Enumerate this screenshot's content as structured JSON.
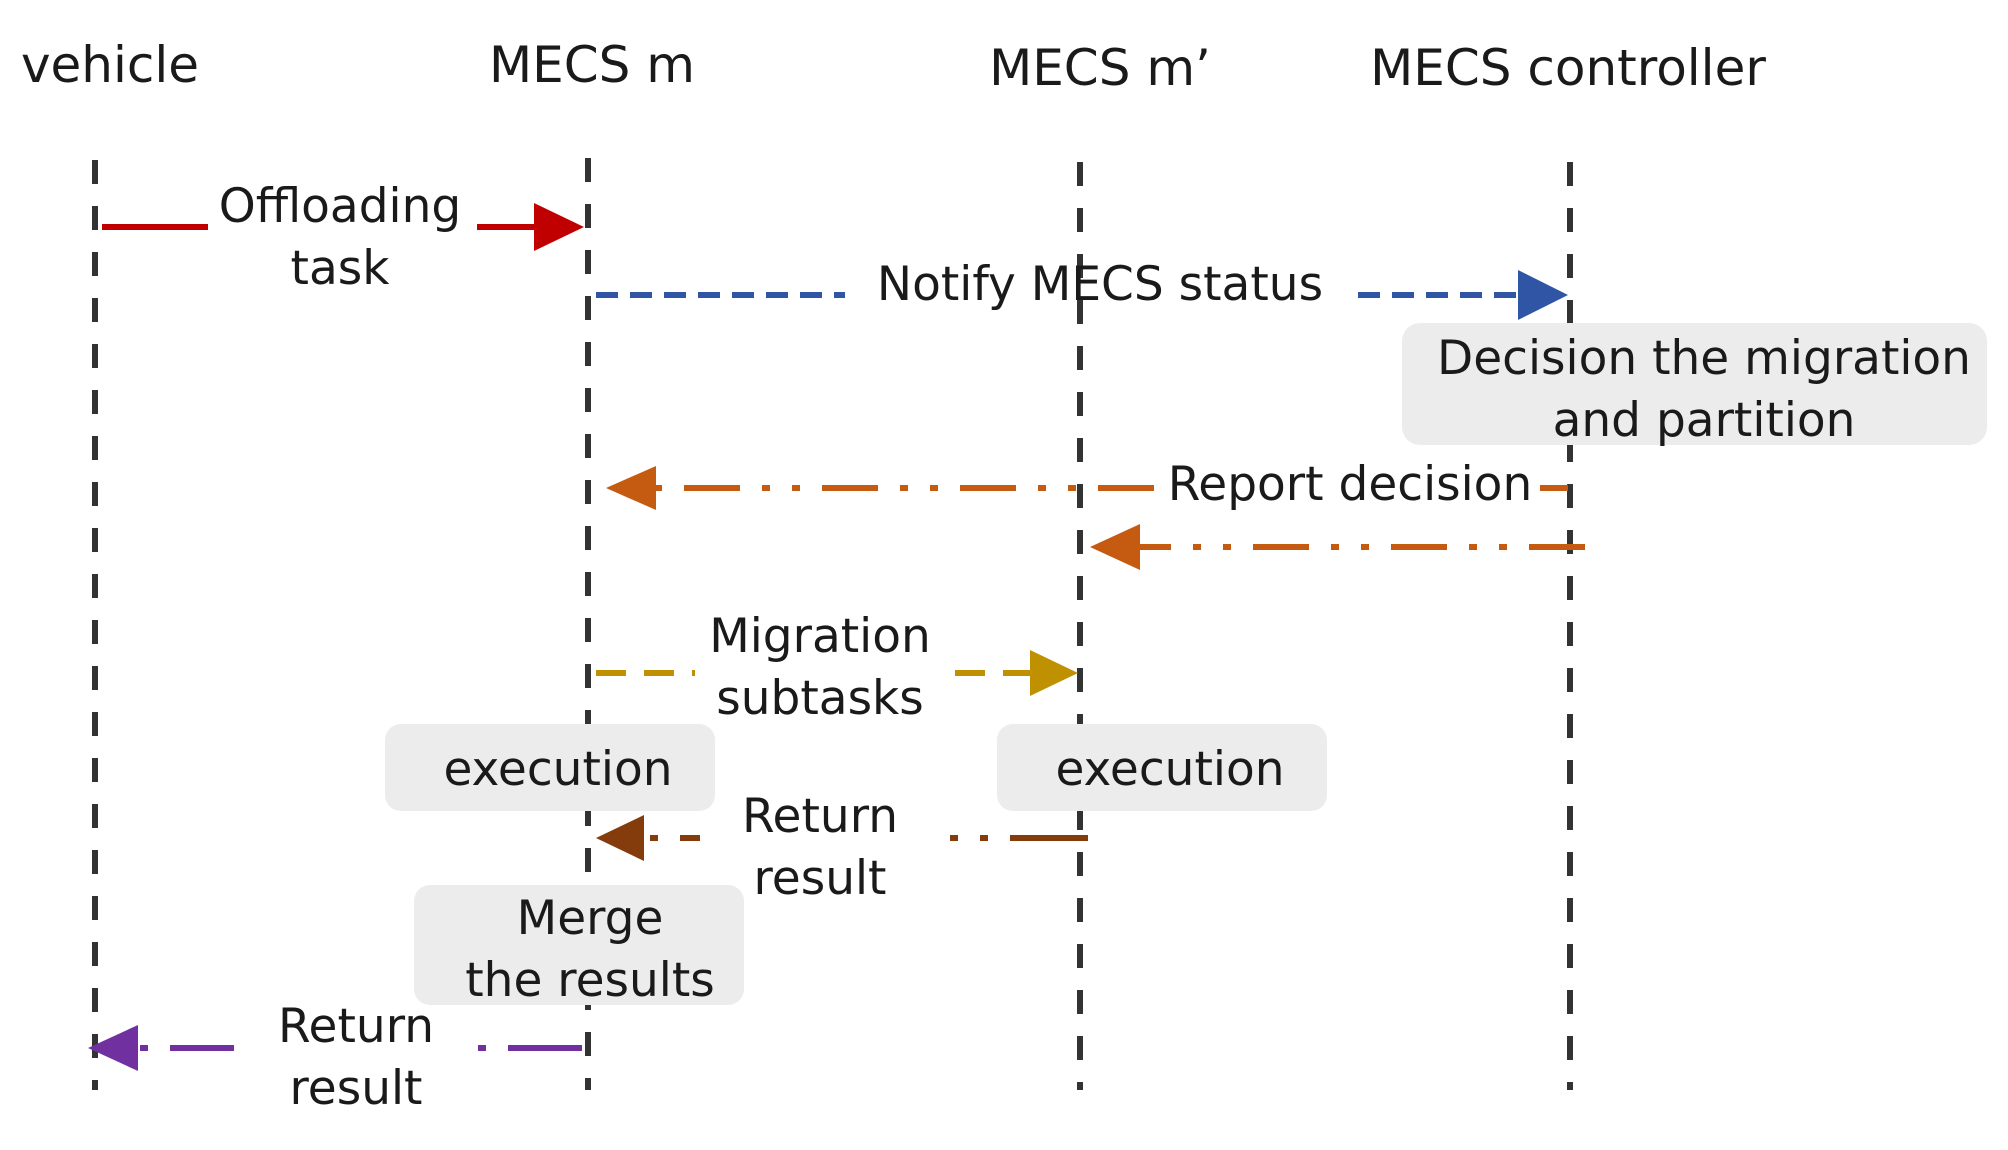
{
  "actors": {
    "vehicle": "vehicle",
    "mecs_m": "MECS m",
    "mecs_m_prime": "MECS m’",
    "controller": "MECS controller"
  },
  "messages": {
    "offloading": {
      "line1": "Offloading",
      "line2": "task",
      "color": "#c00000"
    },
    "notify": {
      "line1": "Notify MECS status",
      "color": "#2f55a4"
    },
    "report": {
      "line1": "Report decision",
      "color": "#c55a11"
    },
    "migration": {
      "line1": "Migration",
      "line2": "subtasks",
      "color": "#bf9000"
    },
    "return_mid": {
      "line1": "Return",
      "line2": "result",
      "color": "#843c0c"
    },
    "return_vehicle": {
      "line1": "Return",
      "line2": "result",
      "color": "#7030a0"
    }
  },
  "boxes": {
    "decision": {
      "line1": "Decision the migration",
      "line2": "and partition"
    },
    "exec_m": {
      "line1": "execution"
    },
    "exec_m_prime": {
      "line1": "execution"
    },
    "merge": {
      "line1": "Merge",
      "line2": "the results"
    }
  }
}
